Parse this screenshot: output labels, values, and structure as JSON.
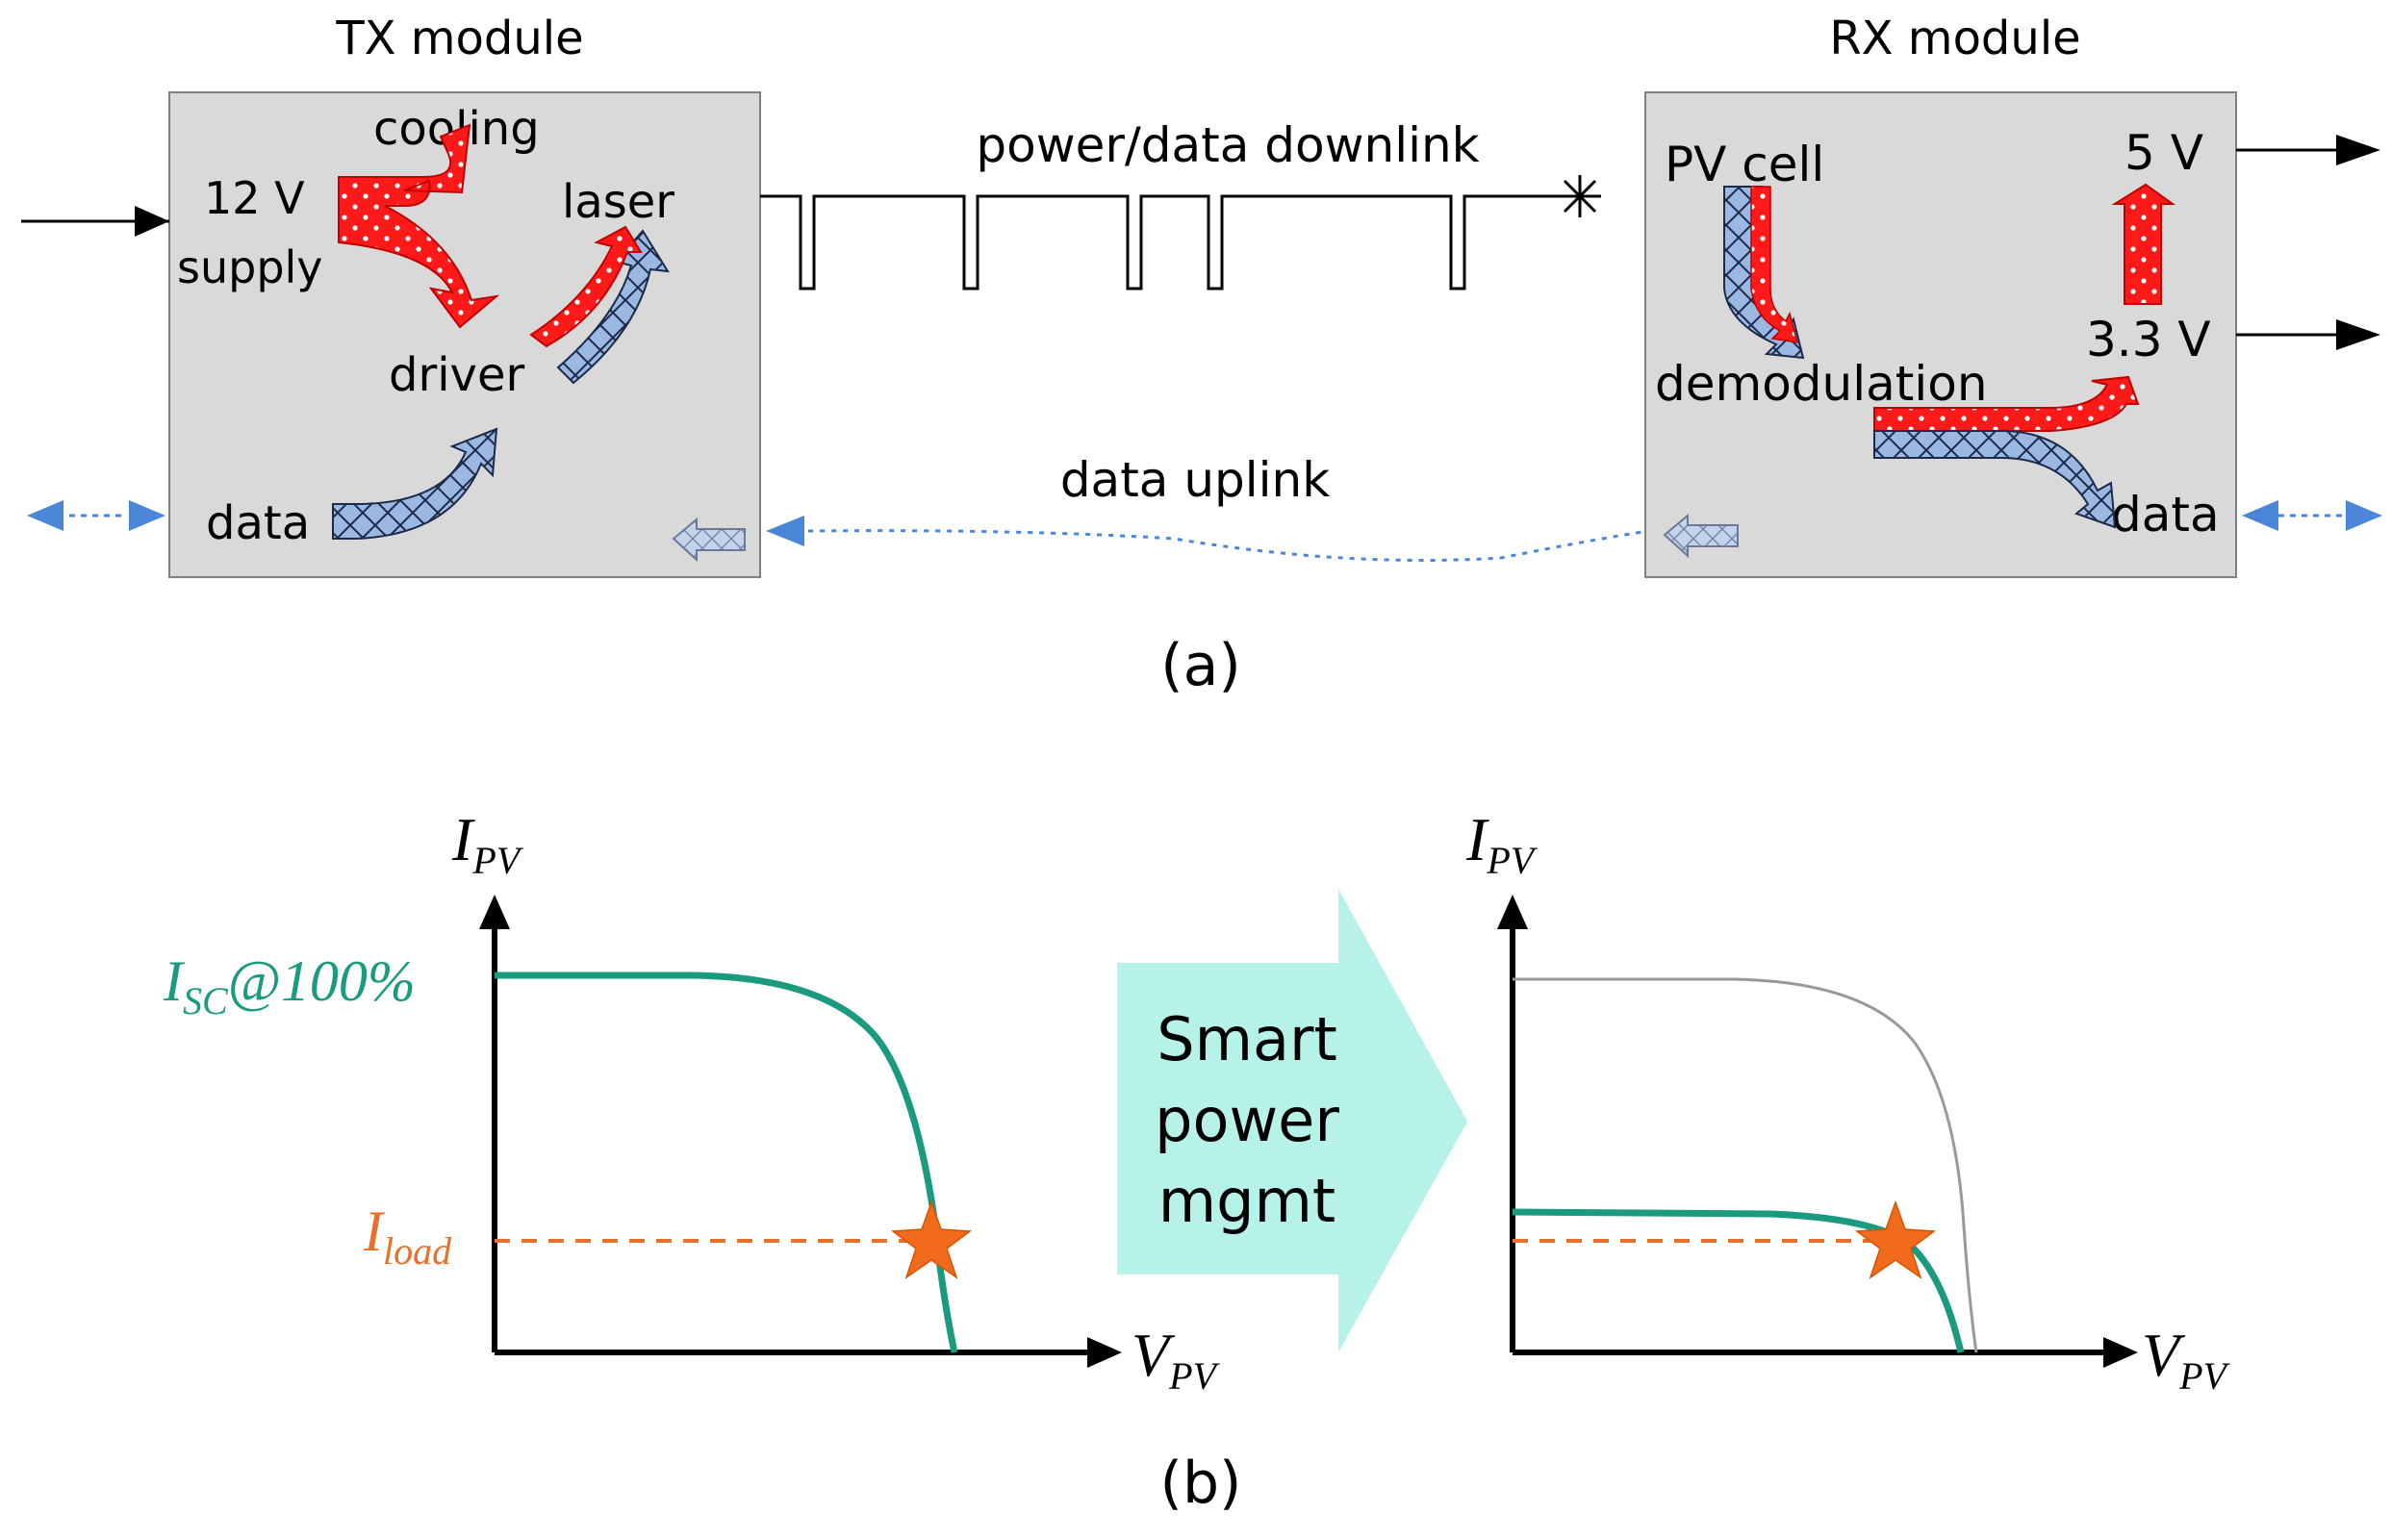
{
  "panel_a": {
    "caption": "(a)",
    "tx": {
      "title": "TX module",
      "supply_label": "12 V",
      "supply_label2": "supply",
      "cooling_label": "cooling",
      "laser_label": "laser",
      "driver_label": "driver",
      "data_label": "data"
    },
    "rx": {
      "title": "RX module",
      "pv_label": "PV cell",
      "demod_label": "demodulation",
      "v5_label": "5 V",
      "v33_label": "3.3 V",
      "data_label": "data"
    },
    "downlink_label": "power/data downlink",
    "uplink_label": "data uplink"
  },
  "panel_b": {
    "caption": "(b)",
    "arrow_line1": "Smart",
    "arrow_line2": "power",
    "arrow_line3": "mgmt",
    "left_plot": {
      "y_axis_label": "I",
      "y_axis_sub": "PV",
      "x_axis_label": "V",
      "x_axis_sub": "PV",
      "isc_label": "I",
      "isc_sub": "SC",
      "isc_suffix": "@100%",
      "iload_label": "I",
      "iload_sub": "load"
    },
    "right_plot": {
      "y_axis_label": "I",
      "y_axis_sub": "PV",
      "x_axis_label": "V",
      "x_axis_sub": "PV"
    }
  },
  "colors": {
    "power_arrow": "#ff1a1a",
    "data_arrow": "#9bb8e3",
    "module_fill": "#d9d9d9",
    "iv_curve": "#1a9a7f",
    "load_line": "#e8702a",
    "star": "#f26b1d",
    "smart_arrow": "#b7f2e8",
    "uplink": "#4a86d8"
  }
}
